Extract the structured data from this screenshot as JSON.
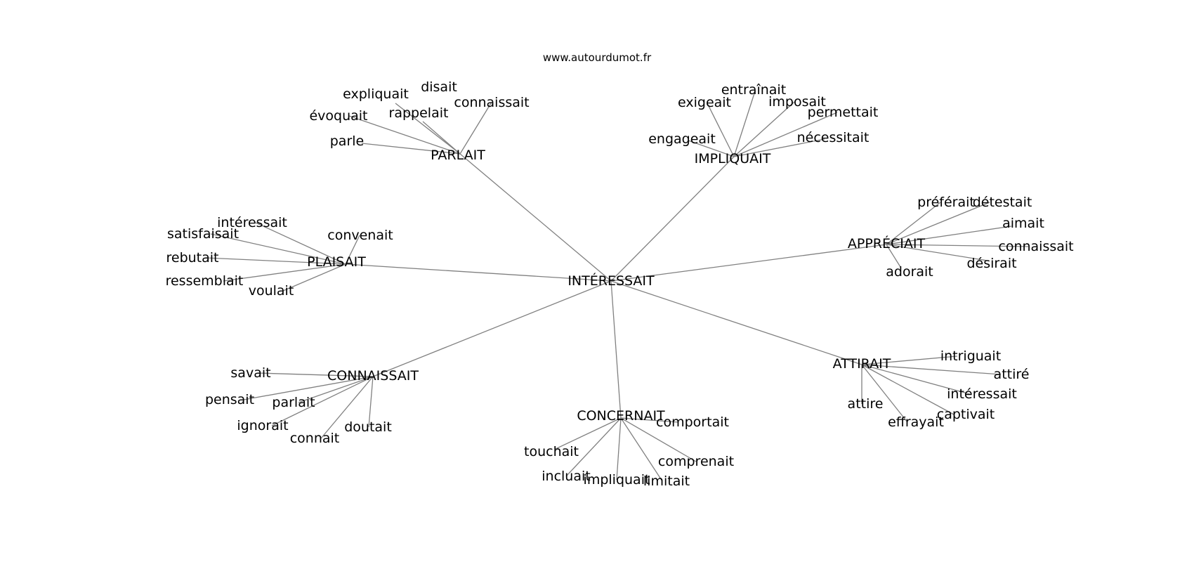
{
  "credit": "www.autourdumot.fr",
  "edge_color": "#808080",
  "root": "INTÉRESSAIT",
  "groups": [
    {
      "hub": "PARLAIT",
      "leaves": [
        "disait",
        "expliquait",
        "connaissait",
        "rappelait",
        "évoquait",
        "parle"
      ]
    },
    {
      "hub": "IMPLIQUAIT",
      "leaves": [
        "entraînait",
        "exigeait",
        "imposait",
        "permettait",
        "engageait",
        "nécessitait"
      ]
    },
    {
      "hub": "APPRÉCIAIT",
      "leaves": [
        "préférait",
        "détestait",
        "aimait",
        "connaissait",
        "désirait",
        "adorait"
      ]
    },
    {
      "hub": "PLAISAIT",
      "leaves": [
        "intéressait",
        "satisfaisait",
        "convenait",
        "rebutait",
        "ressemblait",
        "voulait"
      ]
    },
    {
      "hub": "CONNAISSAIT",
      "leaves": [
        "savait",
        "pensait",
        "parlait",
        "ignorait",
        "doutait",
        "connait"
      ]
    },
    {
      "hub": "ATTIRAIT",
      "leaves": [
        "intriguait",
        "attiré",
        "intéressait",
        "captivait",
        "attire",
        "effrayait"
      ]
    },
    {
      "hub": "CONCERNAIT",
      "leaves": [
        "comportait",
        "touchait",
        "comprenait",
        "incluait",
        "impliquait",
        "limitait"
      ]
    }
  ]
}
